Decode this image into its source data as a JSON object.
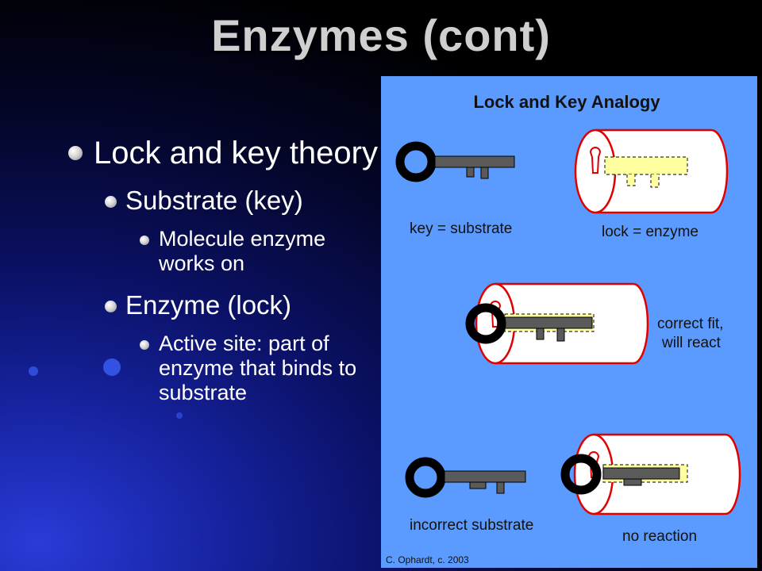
{
  "slide": {
    "title": "Enzymes (cont)",
    "bullets": {
      "level1": "Lock and key theory",
      "substrate": "Substrate (key)",
      "substrate_desc": "Molecule enzyme works on",
      "enzyme": "Enzyme (lock)",
      "enzyme_desc": "Active site: part of enzyme that binds to substrate"
    }
  },
  "figure": {
    "title": "Lock and Key Analogy",
    "key_label": "key = substrate",
    "lock_label": "lock = enzyme",
    "fit_label_1": "correct fit,",
    "fit_label_2": "will react",
    "incorrect_label": "incorrect substrate",
    "no_reaction_label": "no reaction",
    "credit": "C. Ophardt, c. 2003",
    "colors": {
      "background": "#5b9bff",
      "lock_outline": "#e00000",
      "lock_fill": "#ffffff",
      "key_body": "#5a5a5a",
      "key_slot_fill": "#ffffa0"
    }
  }
}
